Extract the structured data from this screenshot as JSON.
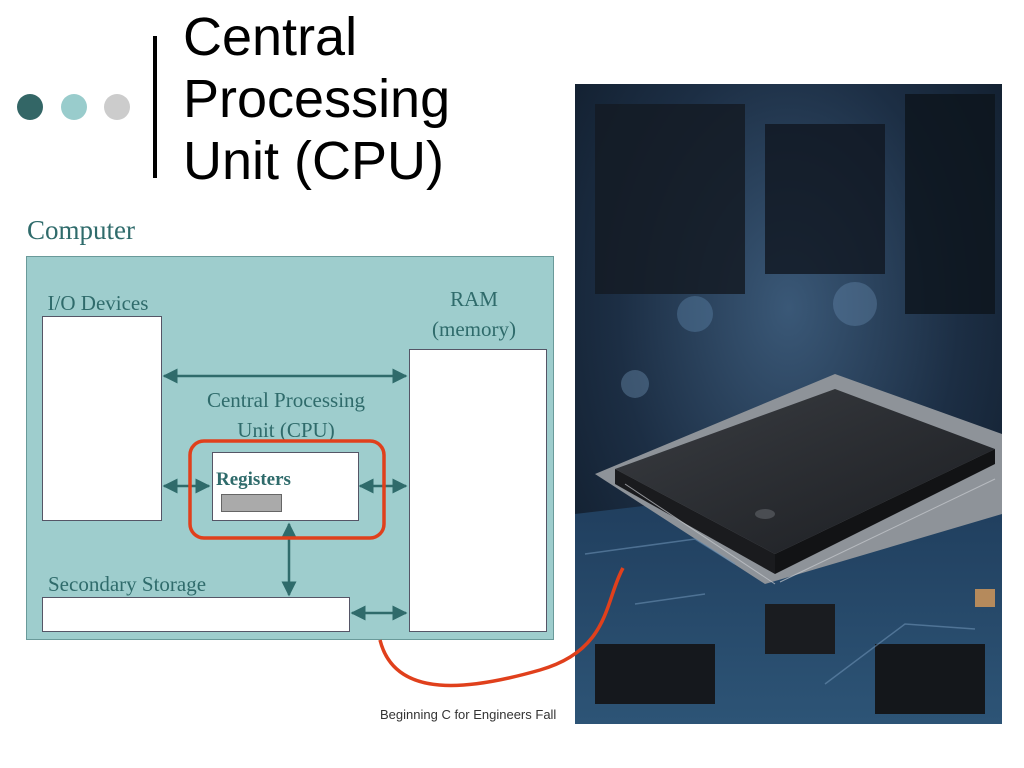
{
  "slide": {
    "title_lines": [
      "Central",
      "Processing",
      "Unit (CPU)"
    ],
    "footer": "Beginning C for Engineers Fall",
    "dot_colors": [
      "#336666",
      "#99cccc",
      "#cccccc"
    ]
  },
  "diagram": {
    "computer_label": "Computer",
    "io_label": "I/O Devices",
    "ram_label_line1": "RAM",
    "ram_label_line2": "(memory)",
    "cpu_label_line1": "Central Processing",
    "cpu_label_line2": "Unit (CPU)",
    "registers_label": "Registers",
    "storage_label": "Secondary Storage",
    "colors": {
      "box_fill": "#9ecdcd",
      "text": "#2f6b6b",
      "arrow": "#2f6b6b",
      "highlight": "#e0401c"
    }
  },
  "photo": {
    "icon": "circuit-board-chip-photo"
  }
}
